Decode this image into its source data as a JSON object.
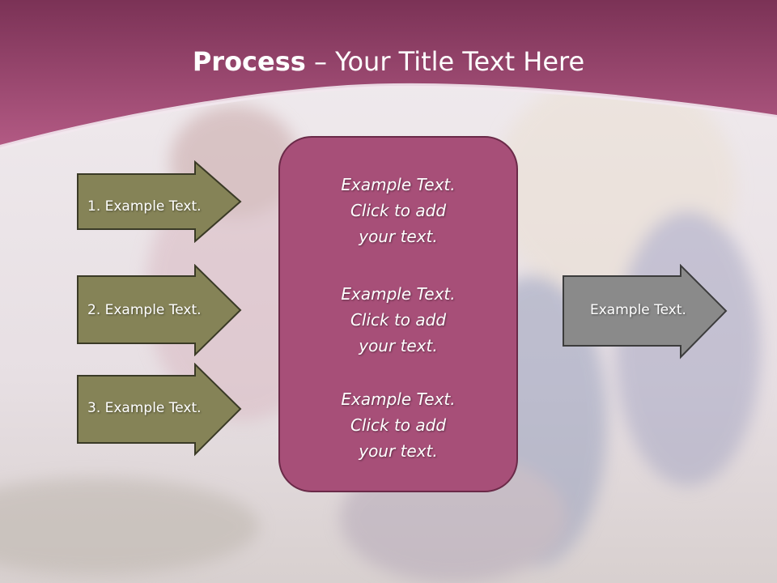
{
  "slide": {
    "title_bold": "Process",
    "title_dash": " – ",
    "title_rest": "Your Title Text Here"
  },
  "steps": [
    {
      "label": "1. Example Text."
    },
    {
      "label": "2. Example Text."
    },
    {
      "label": "3. Example Text."
    }
  ],
  "center": {
    "items": [
      {
        "line1": "Example Text.",
        "line2": "Click  to add",
        "line3": "your text."
      },
      {
        "line1": "Example Text.",
        "line2": "Click  to add",
        "line3": "your text."
      },
      {
        "line1": "Example Text.",
        "line2": "Click  to add",
        "line3": "your text."
      }
    ]
  },
  "result": {
    "label": "Example Text."
  },
  "colors": {
    "header": "#9e4a72",
    "center_box": "#a74f78",
    "step_arrow": "#858357",
    "result_arrow": "#8a8a8a"
  }
}
